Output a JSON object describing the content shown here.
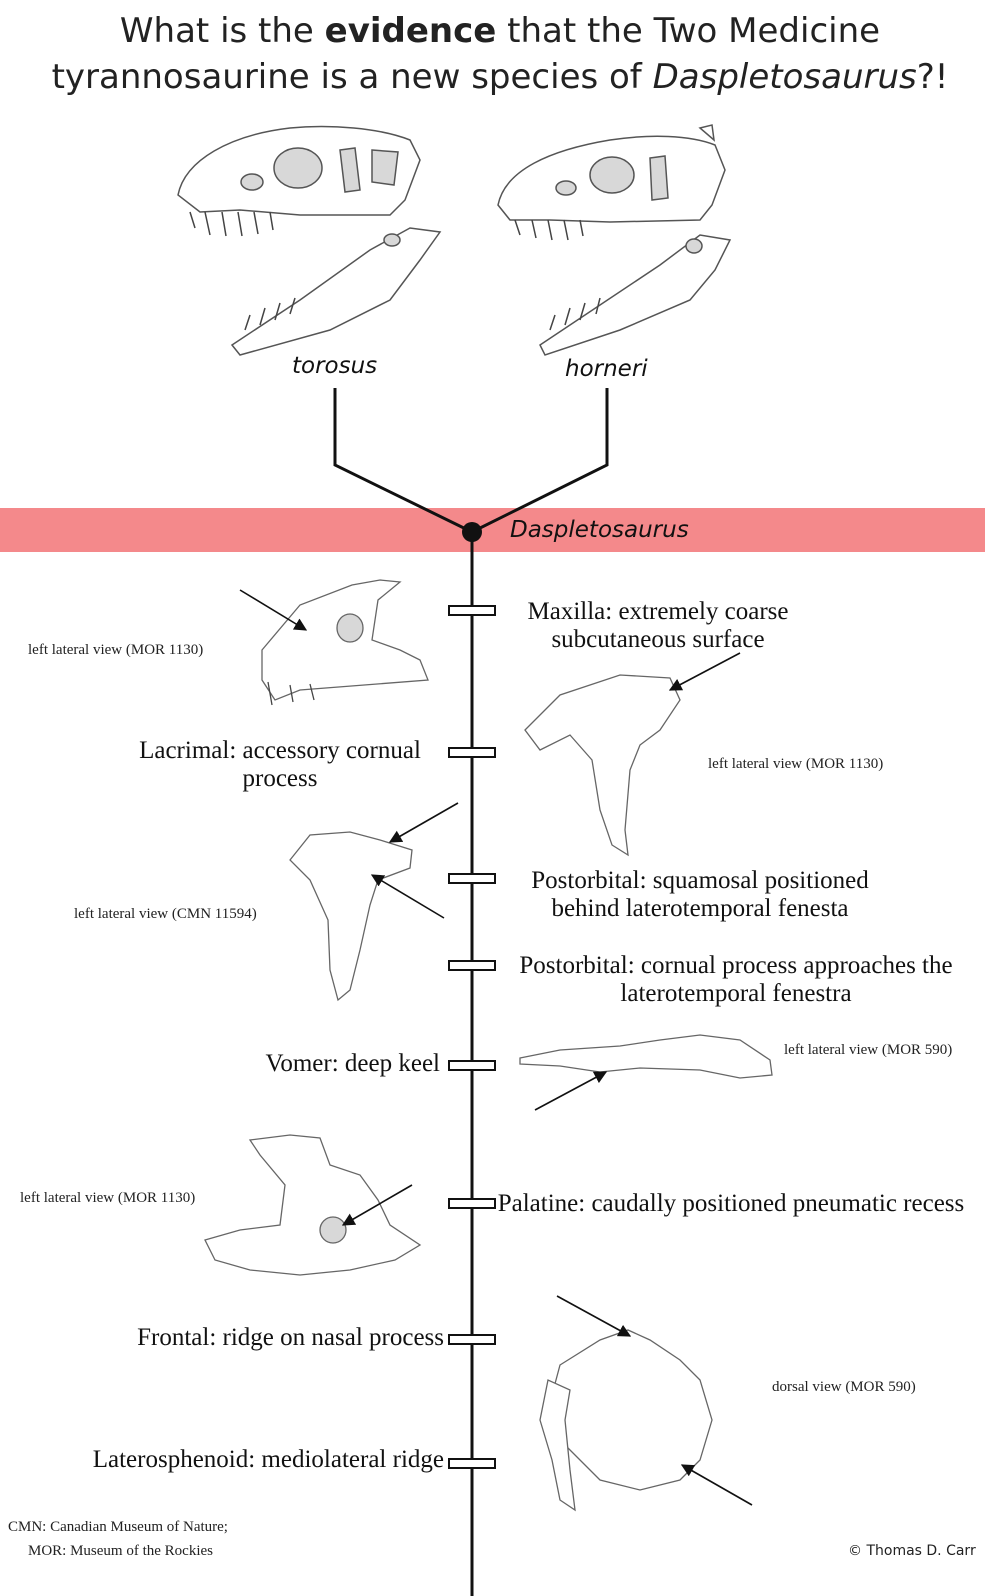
{
  "title": {
    "line1_pre": "What is the ",
    "line1_bold": "evidence",
    "line1_post": " that the Two Medicine",
    "line2_pre": "tyrannosaurine is a new species of ",
    "line2_italic": "Daspletosaurus",
    "line2_post": "?!"
  },
  "taxa": {
    "left": "torosus",
    "right": "horneri",
    "genus": "Daspletosaurus"
  },
  "characters": {
    "maxilla": "Maxilla: extremely coarse subcutaneous surface",
    "lacrimal": "Lacrimal: accessory cornual process",
    "postorbital_1": "Postorbital: squamosal positioned behind laterotemporal fenesta",
    "postorbital_2": "Postorbital: cornual process approaches the laterotemporal fenestra",
    "vomer": "Vomer: deep keel",
    "palatine": "Palatine: caudally positioned pneumatic recess",
    "frontal": "Frontal: ridge on nasal process",
    "laterosphenoid": "Laterosphenoid: mediolateral ridge"
  },
  "views": {
    "maxilla": "left lateral view (MOR 1130)",
    "lacrimal": "left lateral view (MOR 1130)",
    "postorbital": "left lateral view (CMN 11594)",
    "vomer": "left lateral view (MOR 590)",
    "palatine": "left lateral view (MOR 1130)",
    "frontal": "dorsal view (MOR 590)"
  },
  "footer": {
    "cmn": "CMN: Canadian Museum of Nature;",
    "mor": "MOR: Museum of the Rockies",
    "credit": "© Thomas D. Carr"
  },
  "colors": {
    "band": "#f4898b",
    "line": "#111111",
    "bone_fill": "#ffffff",
    "bone_stroke": "#555555",
    "fenestra": "#d8d8d8"
  }
}
